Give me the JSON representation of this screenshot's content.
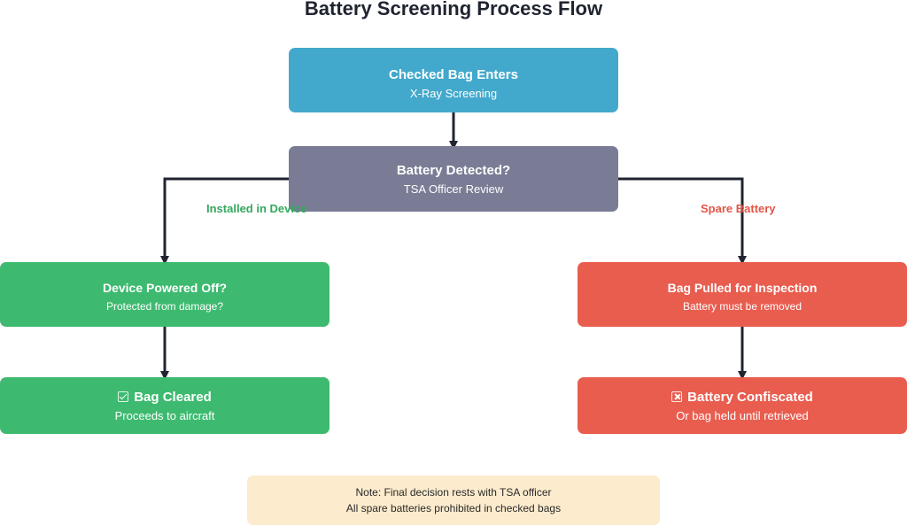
{
  "title": "Battery Screening Process Flow",
  "colors": {
    "start": "#43a9cc",
    "decision": "#797c94",
    "cleared_path": "#3dba6f",
    "rejected_path": "#e95d4f",
    "note": "#fcebcd",
    "connector": "#1f2430"
  },
  "nodes": {
    "start": {
      "title": "Checked Bag Enters",
      "subtitle": "X-Ray Screening"
    },
    "decision": {
      "title": "Battery Detected?",
      "subtitle": "TSA Officer Review"
    },
    "powered_off": {
      "title": "Device Powered Off?",
      "subtitle": "Protected from damage?"
    },
    "cleared": {
      "icon": "check-icon",
      "title": "Bag Cleared",
      "subtitle": "Proceeds to aircraft"
    },
    "inspection": {
      "title": "Bag Pulled for Inspection",
      "subtitle": "Battery must be removed"
    },
    "confiscated": {
      "icon": "cross-icon",
      "title": "Battery Confiscated",
      "subtitle": "Or bag held until retrieved"
    }
  },
  "branches": {
    "left": "Installed in Device",
    "right": "Spare Battery"
  },
  "note": {
    "line1": "Note: Final decision rests with TSA officer",
    "line2": "All spare batteries prohibited in checked bags"
  }
}
